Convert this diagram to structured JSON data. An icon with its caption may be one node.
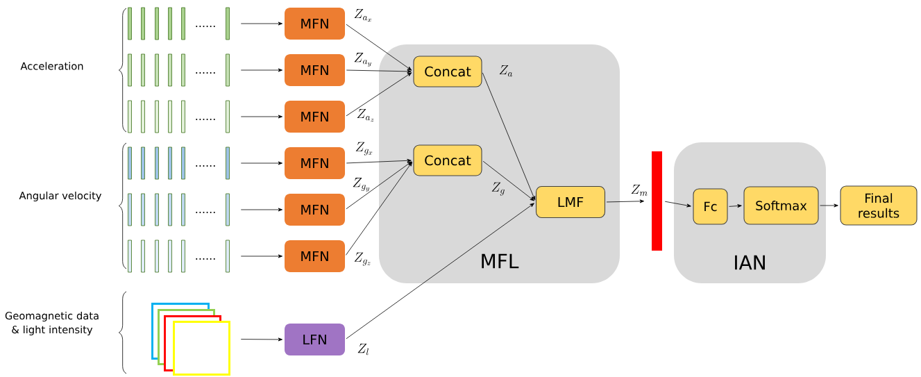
{
  "diagram": {
    "nodes": [
      {
        "text": [
          "......"
        ]
      },
      {
        "text": [
          "......"
        ]
      },
      {
        "text": [
          "......"
        ]
      },
      {
        "text": [
          "......"
        ]
      },
      {
        "text": [
          "......"
        ]
      },
      {
        "text": [
          "......"
        ]
      },
      {
        "text": [],
        "shape": "box"
      },
      {
        "text": [
          "MFN"
        ]
      },
      {
        "text": [
          "MFN"
        ]
      },
      {
        "text": [
          "MFN"
        ]
      },
      {
        "text": [
          "MFN"
        ]
      },
      {
        "text": [
          "MFN"
        ]
      },
      {
        "text": [
          "MFN"
        ]
      },
      {
        "text": [
          "LFN"
        ]
      },
      {
        "text": [
          "MFL"
        ]
      },
      {
        "text": [
          "Concat"
        ],
        "in": 14
      },
      {
        "text": [
          "Concat"
        ],
        "in": 14
      },
      {
        "text": [
          "LMF"
        ],
        "in": 14
      },
      {
        "text": [],
        "shape": "bar"
      },
      {
        "text": [
          "IAN"
        ]
      },
      {
        "text": [
          "Fc"
        ],
        "in": 19
      },
      {
        "text": [
          "Softmax"
        ],
        "in": 19
      },
      {
        "text": [
          "Final results"
        ]
      }
    ],
    "edges": [
      {
        "from": 0,
        "to": 7,
        "arrow": "to"
      },
      {
        "from": 1,
        "to": 8,
        "arrow": "to"
      },
      {
        "from": 2,
        "to": 9,
        "arrow": "to"
      },
      {
        "from": 3,
        "to": 10,
        "arrow": "to"
      },
      {
        "from": 4,
        "to": 11,
        "arrow": "to"
      },
      {
        "from": 5,
        "to": 12,
        "arrow": "to"
      },
      {
        "from": 6,
        "to": 13,
        "arrow": "to"
      },
      {
        "from": 7,
        "to": 15,
        "arrow": "to",
        "label": "Z_{a_x}"
      },
      {
        "from": 8,
        "to": 15,
        "arrow": "to",
        "label": "Z_{a_y}"
      },
      {
        "from": 9,
        "to": 15,
        "arrow": "to",
        "label": "Z_{a_z}"
      },
      {
        "from": 10,
        "to": 16,
        "arrow": "to",
        "label": "Z_{g_x}"
      },
      {
        "from": 11,
        "to": 16,
        "arrow": "to",
        "label": "Z_{g_y}"
      },
      {
        "from": 12,
        "to": 16,
        "arrow": "to",
        "label": "Z_{g_z}"
      },
      {
        "from": 15,
        "to": 17,
        "arrow": "to",
        "label": "Z_a"
      },
      {
        "from": 16,
        "to": 17,
        "arrow": "to",
        "label": "Z_g"
      },
      {
        "from": 13,
        "to": 17,
        "arrow": "to",
        "label": "Z_l"
      },
      {
        "from": 17,
        "to": 18,
        "arrow": "to",
        "label": "Z_m"
      },
      {
        "from": 18,
        "to": 20,
        "arrow": "to"
      },
      {
        "from": 20,
        "to": 21,
        "arrow": "to"
      },
      {
        "from": 21,
        "to": 22,
        "arrow": "to"
      }
    ],
    "labels": [
      "Acceleration",
      "Angular velocity",
      "Geomagnetic data & light intensity"
    ]
  }
}
